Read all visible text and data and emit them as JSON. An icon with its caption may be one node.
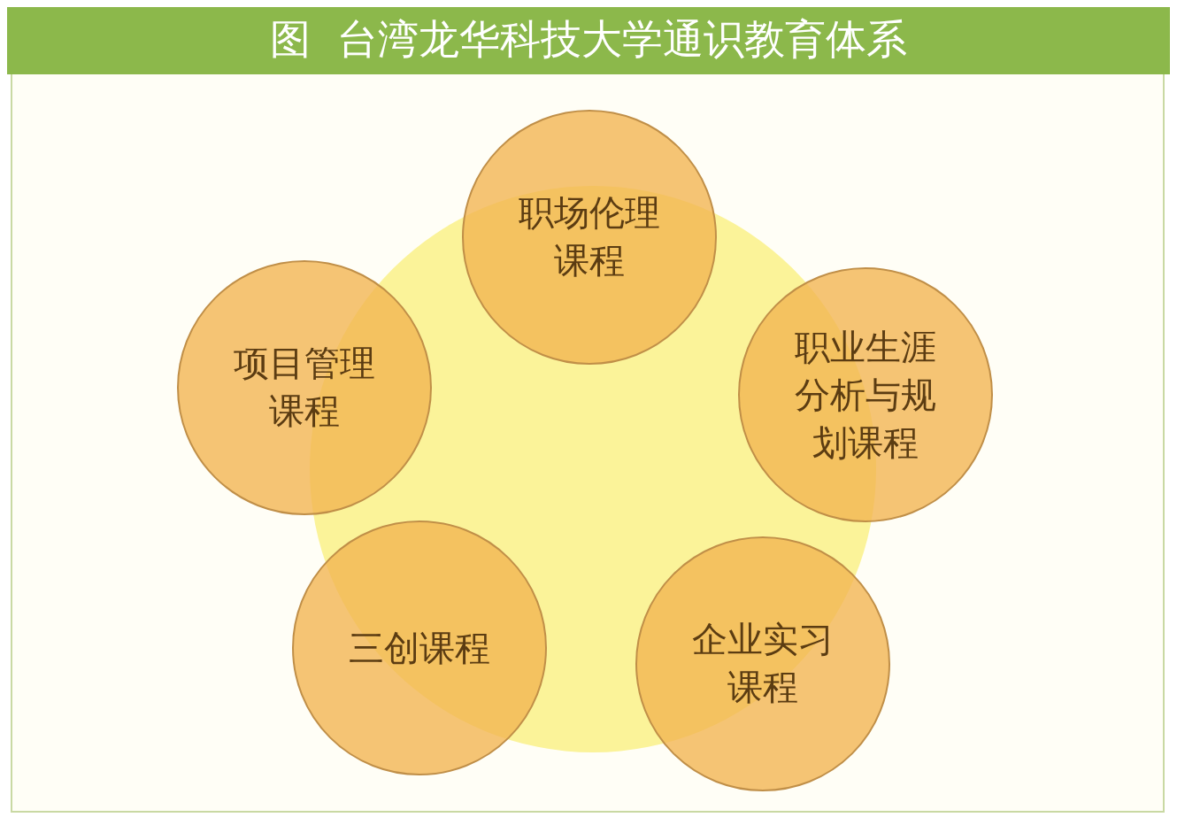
{
  "diagram": {
    "title": "图  台湾龙华科技大学通识教育体系",
    "nodes": [
      {
        "text": [
          "职场伦理课程"
        ]
      },
      {
        "text": [
          "项目管理课程"
        ]
      },
      {
        "text": [
          "职业生涯分析与规划课程"
        ]
      },
      {
        "text": [
          "三创课程"
        ]
      },
      {
        "text": [
          "企业实习课程"
        ]
      },
      {
        "text": [],
        "shape": "circle"
      }
    ]
  }
}
